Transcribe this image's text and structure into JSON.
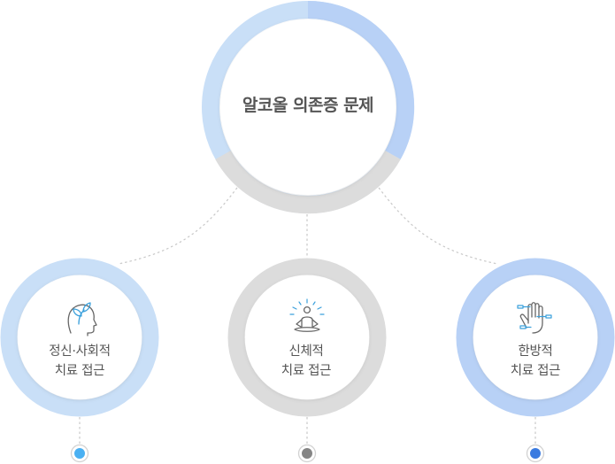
{
  "center": {
    "title": "알코올 의존증 문제"
  },
  "branches": [
    {
      "line1": "정신·사회적",
      "line2": "치료 접근",
      "icon": "head-sprout-icon",
      "ring_color": "#c9dff7",
      "dot_color": "#4ab0f2"
    },
    {
      "line1": "신체적",
      "line2": "치료 접근",
      "icon": "meditation-icon",
      "ring_color": "#dcdcdc",
      "dot_color": "#858585"
    },
    {
      "line1": "한방적",
      "line2": "치료 접근",
      "icon": "acupuncture-hand-icon",
      "ring_color": "#b8d1f6",
      "dot_color": "#3b7be0"
    }
  ],
  "colors": {
    "center_ring_light": "#c9dff7",
    "center_ring_blue": "#b8d1f6",
    "center_ring_gray": "#dcdcdc",
    "connector": "#c8c8c8",
    "icon_stroke": "#666666",
    "icon_accent": "#3aa0dc"
  }
}
